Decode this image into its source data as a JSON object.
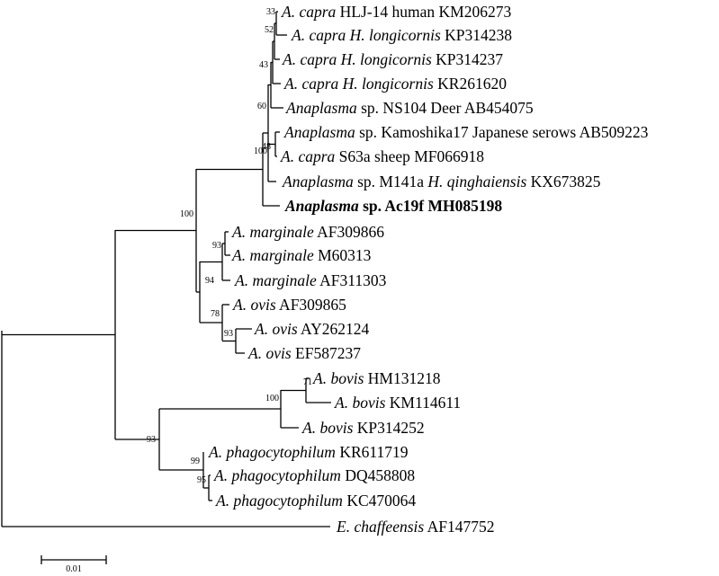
{
  "taxa": {
    "t1": [
      {
        "t": "A. capra",
        "i": true
      },
      {
        "t": " HLJ-14 human KM206273"
      }
    ],
    "t2": [
      {
        "t": "A. capra H. longicornis",
        "i": true
      },
      {
        "t": " KP314238"
      }
    ],
    "t3": [
      {
        "t": "A. capra H. longicornis",
        "i": true
      },
      {
        "t": " KP314237"
      }
    ],
    "t4": [
      {
        "t": "A. capra H. longicornis",
        "i": true
      },
      {
        "t": " KR261620"
      }
    ],
    "t5": [
      {
        "t": "Anaplasma",
        "i": true
      },
      {
        "t": " sp. NS104 Deer AB454075"
      }
    ],
    "t6": [
      {
        "t": "Anaplasma",
        "i": true
      },
      {
        "t": " sp. Kamoshika17 Japanese serows AB509223"
      }
    ],
    "t7": [
      {
        "t": "A. capra",
        "i": true
      },
      {
        "t": " S63a sheep MF066918"
      }
    ],
    "t8": [
      {
        "t": "Anaplasma",
        "i": true
      },
      {
        "t": " sp. M141a "
      },
      {
        "t": "H. qinghaiensis",
        "i": true
      },
      {
        "t": " KX673825"
      }
    ],
    "t9": [
      {
        "t": "Anaplasma",
        "i": true
      },
      {
        "t": " sp. Ac19f MH085198"
      }
    ],
    "t10": [
      {
        "t": "A. marginale",
        "i": true
      },
      {
        "t": " AF309866"
      }
    ],
    "t11": [
      {
        "t": "A. marginale",
        "i": true
      },
      {
        "t": " M60313"
      }
    ],
    "t12": [
      {
        "t": "A. marginale",
        "i": true
      },
      {
        "t": " AF311303"
      }
    ],
    "t13": [
      {
        "t": "A. ovis",
        "i": true
      },
      {
        "t": " AF309865"
      }
    ],
    "t14": [
      {
        "t": "A. ovis",
        "i": true
      },
      {
        "t": " AY262124"
      }
    ],
    "t15": [
      {
        "t": "A. ovis",
        "i": true
      },
      {
        "t": " EF587237"
      }
    ],
    "t16": [
      {
        "t": "A. bovis",
        "i": true
      },
      {
        "t": " HM131218"
      }
    ],
    "t17": [
      {
        "t": "A. bovis",
        "i": true
      },
      {
        "t": " KM114611"
      }
    ],
    "t18": [
      {
        "t": "A. bovis",
        "i": true
      },
      {
        "t": " KP314252"
      }
    ],
    "t19": [
      {
        "t": "A. phagocytophilum",
        "i": true
      },
      {
        "t": " KR611719"
      }
    ],
    "t20": [
      {
        "t": "A. phagocytophilum",
        "i": true
      },
      {
        "t": " DQ458808"
      }
    ],
    "t21": [
      {
        "t": "A. phagocytophilum",
        "i": true
      },
      {
        "t": " KC470064"
      }
    ],
    "t22": [
      {
        "t": "E. chaffeensis",
        "i": true
      },
      {
        "t": " AF147752"
      }
    ]
  },
  "highlighted_taxon": "t9",
  "bootstrap": {
    "n33": "33",
    "n52": "52",
    "n43": "43",
    "n60": "60",
    "n100cap": "100",
    "n48": "48",
    "n100ana": "100",
    "n93marg": "93",
    "n94": "94",
    "n78": "78",
    "n93ovis": "93",
    "n71": "71",
    "n100bov": "100",
    "n93out": "93",
    "n99": "99",
    "n95": "95"
  },
  "scale_bar": {
    "label": "0.01"
  }
}
